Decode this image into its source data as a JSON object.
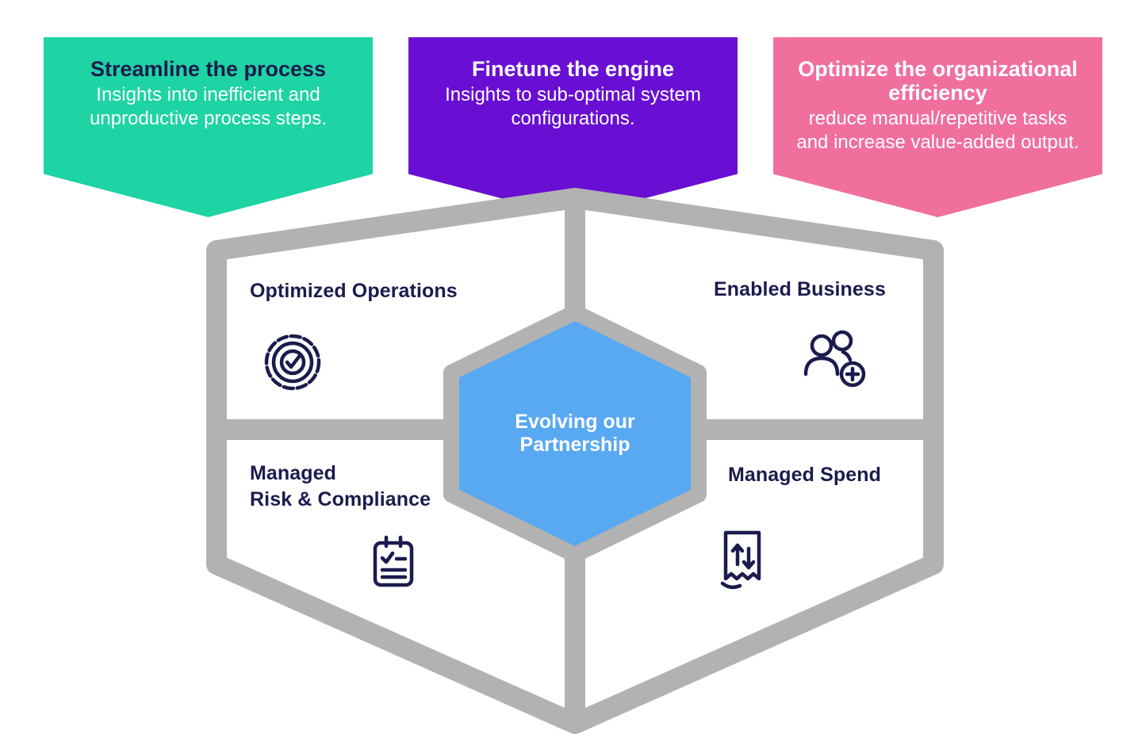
{
  "banners": [
    {
      "title": "Streamline the process",
      "body": "Insights into inefficient and unproductive process steps.",
      "bg_color": "#1ed3a4",
      "title_color": "#1b1b4e",
      "body_color": "#ffffff"
    },
    {
      "title": "Finetune the engine",
      "body": "Insights to sub-optimal system configurations.",
      "bg_color": "#690fd3",
      "title_color": "#ffffff",
      "body_color": "#ffffff"
    },
    {
      "title": "Optimize the organizational efficiency",
      "body": "reduce manual/repetitive tasks and increase value-added output.",
      "bg_color": "#f06f9d",
      "title_color": "#ffffff",
      "body_color": "#ffffff"
    }
  ],
  "hexagon": {
    "center_label": "Evolving our\nPartnership",
    "center_fill": "#58a8f2",
    "outline_color": "#b2b2b2",
    "label_color": "#1b1b4e",
    "quadrants": {
      "top_left": {
        "label": "Optimized Operations",
        "icon": "target-check-icon"
      },
      "top_right": {
        "label": "Enabled Business",
        "icon": "people-add-icon"
      },
      "bottom_left": {
        "label": "Managed\nRisk & Compliance",
        "icon": "checklist-icon"
      },
      "bottom_right": {
        "label": "Managed Spend",
        "icon": "receipt-arrows-icon"
      }
    }
  }
}
